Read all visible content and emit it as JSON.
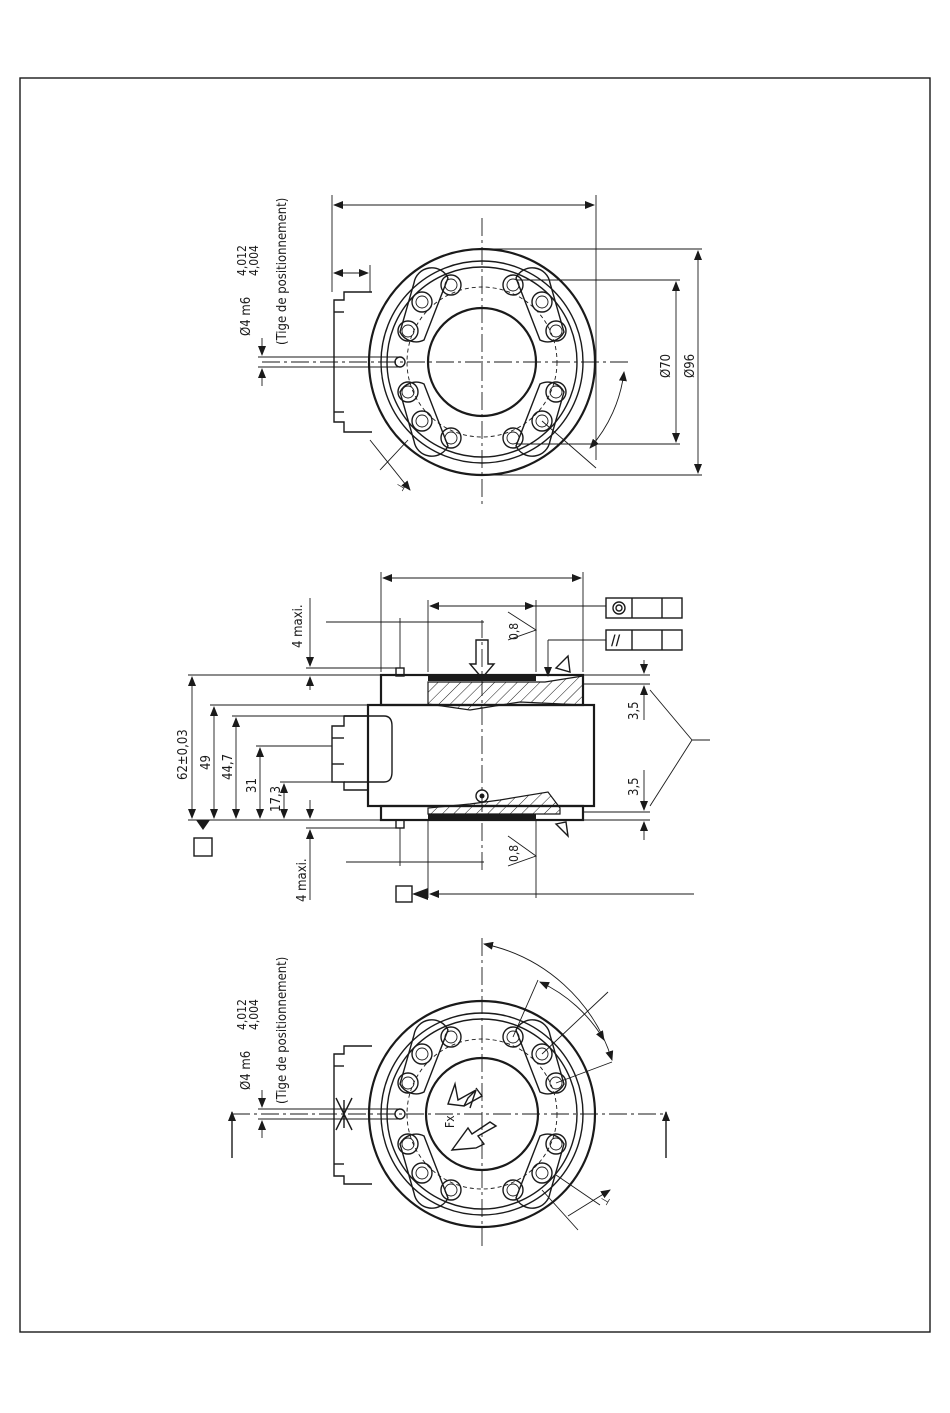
{
  "top_view": {
    "pin_label": "Ø4 m6",
    "pin_tol_upper": "4,012",
    "pin_tol_lower": "4,004",
    "pin_note": "(Tige de positionnement)",
    "dia_inner": "Ø70",
    "dia_outer": "Ø96"
  },
  "side_view": {
    "dim_62": "62±0,03",
    "dim_49": "49",
    "dim_44": "44,7",
    "dim_31": "31",
    "dim_17": "17,3",
    "max_top": "4 maxi.",
    "max_bottom": "4 maxi.",
    "roughness_top": "0,8",
    "roughness_bottom": "0,8",
    "dim_35_top": "3,5",
    "dim_35_bottom": "3,5",
    "tol_concentric": "◎",
    "tol_parallel": "//"
  },
  "bottom_view": {
    "pin_label": "Ø4 m6",
    "pin_tol_upper": "4,012",
    "pin_tol_lower": "4,004",
    "pin_note": "(Tige de positionnement)",
    "force_label": "Fx"
  }
}
